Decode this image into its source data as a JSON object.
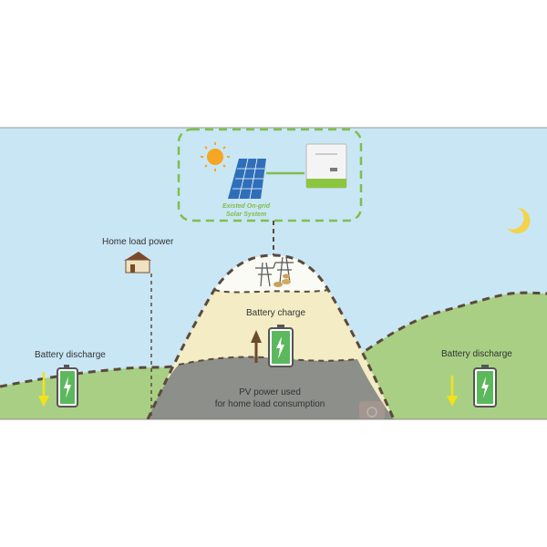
{
  "labels": {
    "solar_system_line1": "Existed On-grid",
    "solar_system_line2": "Solar System",
    "home_load_power": "Home load power",
    "battery_discharge_left": "Battery discharge",
    "battery_charge": "Battery charge",
    "battery_discharge_right": "Battery discharge",
    "pv_used_line1": "PV power used",
    "pv_used_line2": "for home load consumption"
  },
  "colors": {
    "sky": "#c9e6f5",
    "grass": "#a9cf84",
    "hill_sand": "#f3ecc4",
    "hill_grey": "#8d8f8a",
    "hill_top": "#fbfbf6",
    "dash": "#5b4a3c",
    "accent_green": "#7fbf4d",
    "sun": "#f5a623",
    "moon": "#f3d34a",
    "arrow_down": "#f2e21b",
    "arrow_up": "#6b4a2b",
    "battery_fill": "#5cb85c"
  },
  "icons": [
    "sun-icon",
    "solar-panel-icon",
    "inverter-icon",
    "house-icon",
    "power-tower-icon",
    "moon-icon",
    "battery-icon",
    "arrow-down-icon",
    "arrow-up-icon"
  ]
}
